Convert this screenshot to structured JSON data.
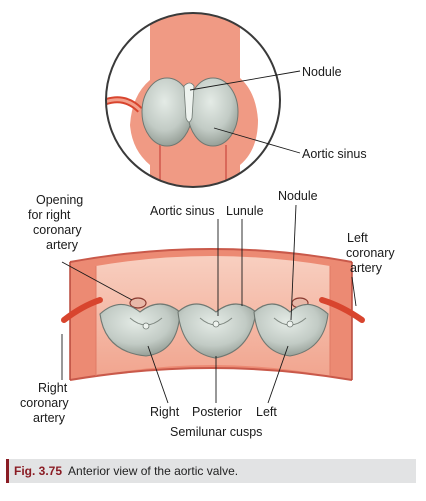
{
  "figure": {
    "labels": {
      "nodule_top": "Nodule",
      "aortic_sinus_top": "Aortic sinus",
      "opening_line1": "Opening",
      "opening_line2": "for right",
      "opening_line3": "coronary",
      "opening_line4": "artery",
      "aortic_sinus": "Aortic sinus",
      "lunule": "Lunule",
      "nodule": "Nodule",
      "left_coronary_line1": "Left",
      "left_coronary_line2": "coronary",
      "left_coronary_line3": "artery",
      "right_coronary_line1": "Right",
      "right_coronary_line2": "coronary",
      "right_coronary_line3": "artery",
      "cusp_right": "Right",
      "cusp_posterior": "Posterior",
      "cusp_left": "Left",
      "semilunar_cusps": "Semilunar cusps"
    },
    "colors": {
      "vessel_wall": "#f0927a",
      "vessel_wall_dark": "#d9685a",
      "vessel_lumen": "#f6c2b0",
      "cusp": "#c9d2cc",
      "cusp_shadow": "#9aa39d",
      "artery": "#d8452e",
      "caption_accent": "#8a1c24",
      "caption_bg": "#e2e3e4"
    }
  },
  "caption": {
    "number": "Fig. 3.75",
    "text": "Anterior view of the aortic valve."
  }
}
